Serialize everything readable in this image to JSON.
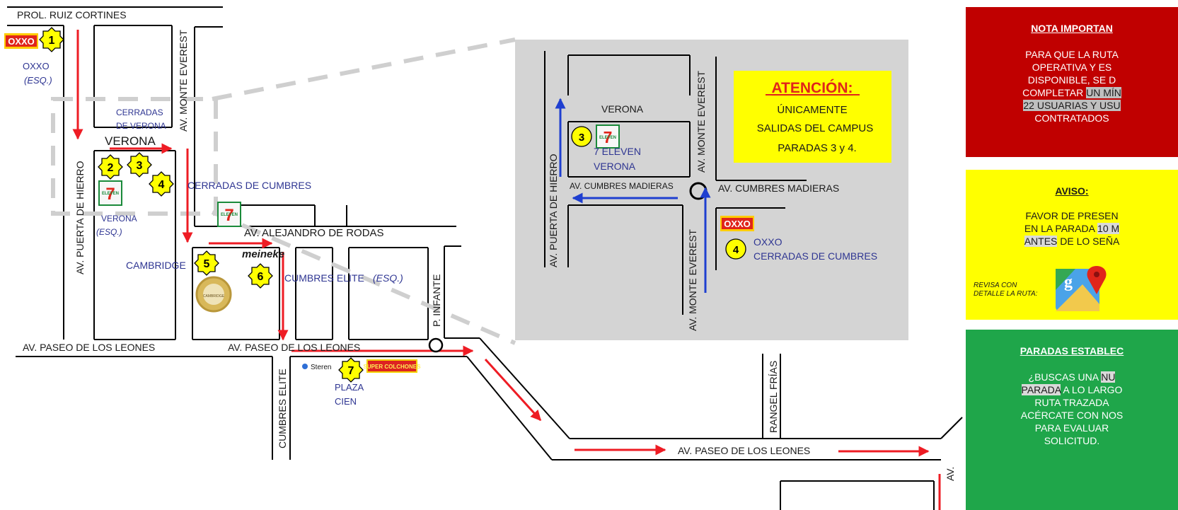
{
  "streets": {
    "prol_ruiz_cortines": "PROL. RUIZ CORTINES",
    "puerta_de_hierro": "AV. PUERTA DE HIERRO",
    "monte_everest": "AV. MONTE EVEREST",
    "verona": "VERONA",
    "alejandro_de_rodas": "AV. ALEJANDRO  DE RODAS",
    "paseo_leones_left": "AV. PASEO  DE LOS LEONES",
    "paseo_leones_mid": "AV. PASEO  DE LOS LEONES",
    "paseo_leones_right": "AV. PASEO  DE LOS LEONES",
    "cumbres_elite": "CUMBRES ELITE",
    "p_infante": "P. INFANTE",
    "rangel_frias": "RANGEL FRÍAS",
    "av_edge": "AV."
  },
  "places": {
    "oxxo_name": "OXXO",
    "oxxo_esq": "(ESQ.)",
    "cerradas_verona_1": "CERRADAS",
    "cerradas_verona_2": "DE VERONA",
    "verona_711": "VERONA",
    "verona_711_esq": "(ESQ.)",
    "cerradas_cumbres": "CERRADAS DE CUMBRES",
    "cambridge": "CAMBRIDGE",
    "cumbres_elite": "CUMBRES ELITE",
    "cumbres_elite_esq": "(ESQ.)",
    "plaza_cien_1": "PLAZA",
    "plaza_cien_2": "CIEN"
  },
  "logos": {
    "oxxo": "OXXO",
    "eleven": "ELEVEN",
    "meineke": "meineke",
    "steren": "Steren",
    "super_colchones": "SUPER COLCHONES",
    "cambridge_seal": "CAMBRIDGE"
  },
  "stops": [
    "1",
    "2",
    "3",
    "4",
    "5",
    "6",
    "7"
  ],
  "inset": {
    "verona": "VERONA",
    "puerta_de_hierro": "AV. PUERTA DE HIERRO",
    "monte_everest_top": "AV. MONTE EVEREST",
    "monte_everest_bottom": "AV. MONTE EVEREST",
    "cumbres_madieras_left": "AV. CUMBRES MADIERAS",
    "cumbres_madieras_right": "AV. CUMBRES MADIERAS",
    "stop_3": "3",
    "stop_4": "4",
    "seven_eleven_1": "7 ELEVEN",
    "seven_eleven_2": "VERONA",
    "oxxo_1": "OXXO",
    "oxxo_2": "CERRADAS DE CUMBRES",
    "attention_title": "ATENCIÓN:",
    "attention_1": "ÚNICAMENTE",
    "attention_2": "SALIDAS DEL CAMPUS",
    "attention_3": "PARADAS 3 y 4."
  },
  "notes": {
    "red_title": "NOTA IMPORTAN",
    "red_1": "PARA QUE LA RUTA",
    "red_2": "OPERATIVA Y ES",
    "red_3": "DISPONIBLE, SE D",
    "red_4a": "COMPLETAR ",
    "red_4b": "UN MÍN",
    "red_5": "22 USUARIAS Y USU",
    "red_6": "CONTRATADOS",
    "yellow_title": "AVISO",
    "yellow_colon": ":",
    "yellow_1": "FAVOR DE PRESEN",
    "yellow_2a": "EN LA PARADA ",
    "yellow_2b": "10 M",
    "yellow_3a": "ANTES",
    "yellow_3b": " DE LO SEÑA",
    "review_1": "REVISA CON",
    "review_2": "DETALLE LA RUTA:",
    "green_title": "PARADAS ESTABLEC",
    "green_1a": "¿BUSCAS UNA  ",
    "green_1b": "NU",
    "green_2a": "PARADA",
    "green_2b": " A LO LARGO",
    "green_3": "RUTA TRAZADA",
    "green_4": "ACÉRCATE CON NOS",
    "green_5": "PARA EVALUAR",
    "green_6": "SOLICITUD."
  },
  "colors": {
    "route_red": "#ee1c24",
    "inset_blue": "#1f3fd0",
    "label_blue": "#2e3592",
    "stop_fill": "#ffff00",
    "inset_bg": "#d4d4d4"
  }
}
